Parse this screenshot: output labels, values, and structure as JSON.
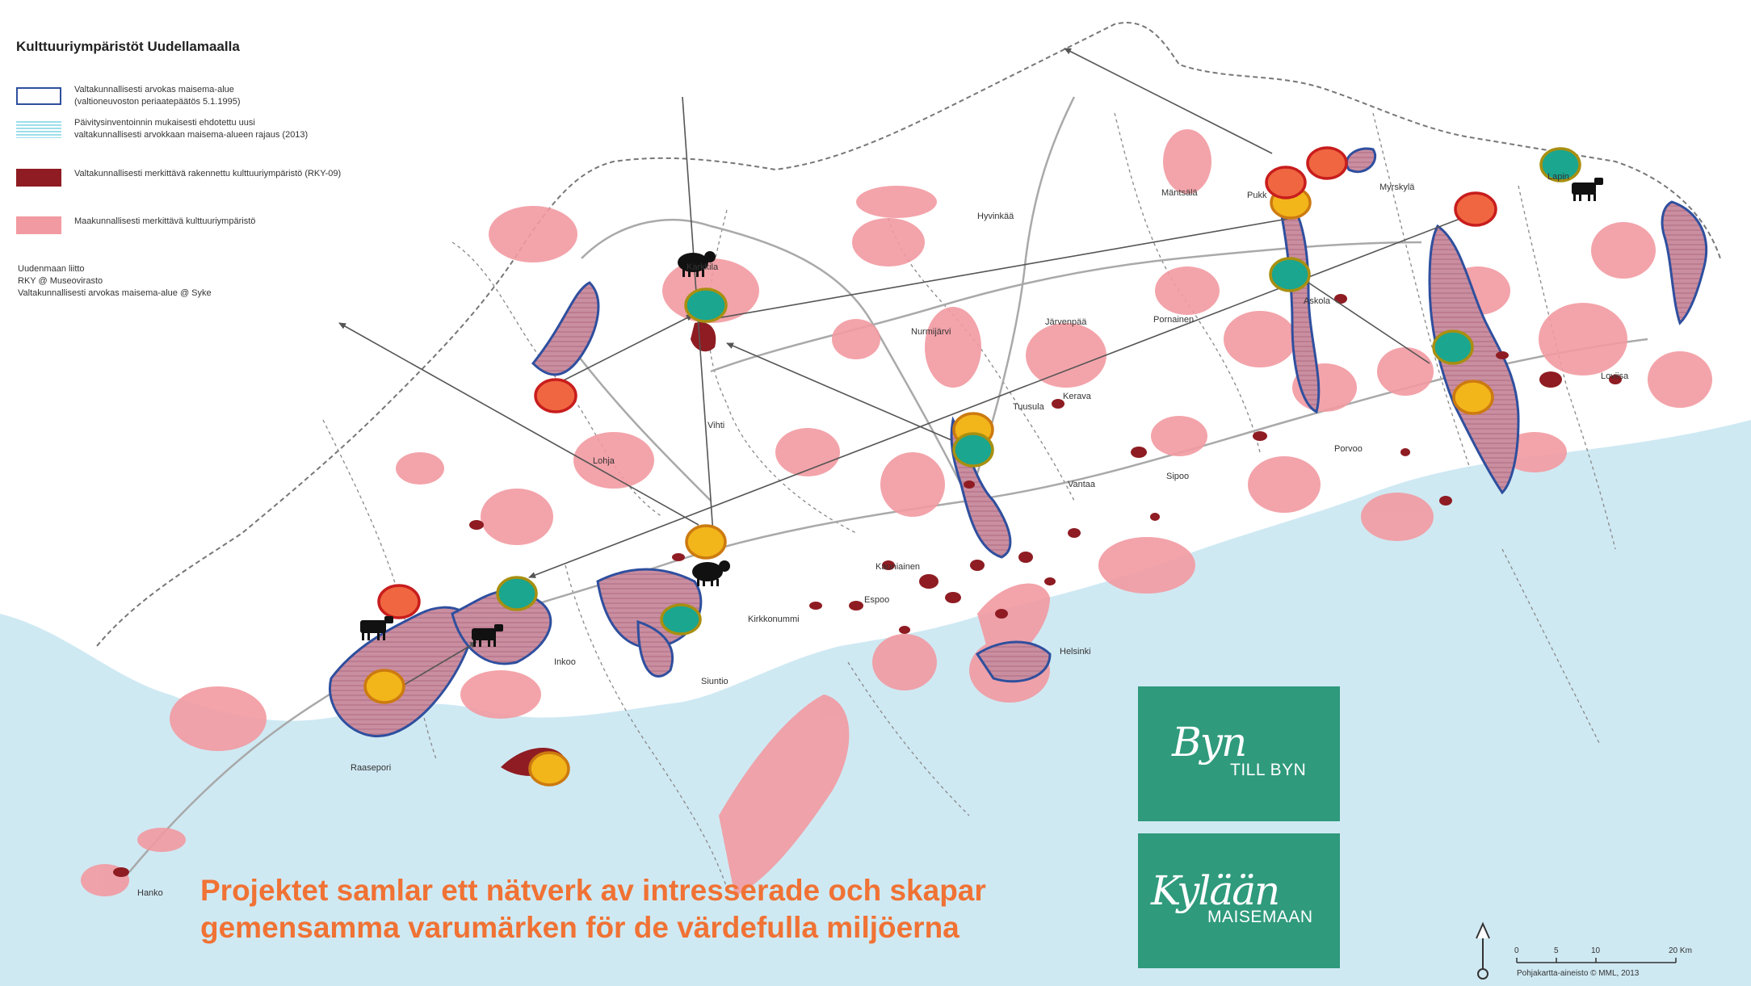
{
  "legend": {
    "title": "Kulttuuriympäristöt Uudellamaalla",
    "items": [
      {
        "lines": [
          "Valtakunnallisesti arvokas maisema-alue",
          "(valtioneuvoston periaatepäätös 5.1.1995)"
        ]
      },
      {
        "lines": [
          "Päivitysinventoinnin mukaisesti ehdotettu uusi",
          "valtakunnallisesti arvokkaan maisema-alueen rajaus (2013)"
        ]
      },
      {
        "lines": [
          "Valtakunnallisesti merkittävä rakennettu kulttuuriympäristö (RKY-09)"
        ]
      },
      {
        "lines": [
          "Maakunnallisesti merkittävä kulttuuriympäristö"
        ]
      }
    ],
    "credits": [
      "Uudenmaan liitto",
      "RKY @ Museovirasto",
      "Valtakunnallisesti arvokas maisema-alue @ Syke"
    ]
  },
  "places": {
    "karkkila": "Karkkila",
    "hyvinkaa": "Hyvinkää",
    "mantsala": "Mäntsälä",
    "pukkila": "Pukk",
    "myrskyla": "Myrskylä",
    "lapinjarvi": "Lapin",
    "nurmijarvi": "Nurmijärvi",
    "jarvenpaa": "Järvenpää",
    "pornainen": "Pornainen",
    "askola": "Askola",
    "loviisa": "Loviisa",
    "tuusula": "Tuusula",
    "kerava": "Kerava",
    "vihti": "Vihti",
    "lohja": "Lohja",
    "porvoo": "Porvoo",
    "sipoo": "Sipoo",
    "vantaa": "Vantaa",
    "kauniainen": "Kauniainen",
    "espoo": "Espoo",
    "kirkkonummi": "Kirkkonummi",
    "helsinki": "Helsinki",
    "inkoo": "Inkoo",
    "siuntio": "Siuntio",
    "raasepori": "Raasepori",
    "hanko": "Hanko"
  },
  "brands": {
    "swedish": {
      "script": "Byn",
      "caps": "TILL BYN"
    },
    "finnish": {
      "script": "Kylään",
      "caps": "MAISEMAAN"
    }
  },
  "caption": {
    "line1": "Projektet samlar ett nätverk av intresserade och skapar",
    "line2": "gemensamma varumärken för de värdefulla miljöerna"
  },
  "scale": {
    "ticks": [
      "0",
      "5",
      "10",
      "20 Km"
    ],
    "source": "Pohjakartta-aineisto © MML, 2013"
  },
  "markers": {
    "colors": {
      "red": "#ef6640",
      "yellow": "#f2b51a",
      "teal": "#1aa68f"
    },
    "icons": [
      "sheep-icon",
      "cow-icon"
    ]
  },
  "colors": {
    "sea": "#cfe9f3",
    "regional_area": "#f29aa1",
    "built_environment": "#8e1c22",
    "landscape_area": "#c98ea0",
    "landscape_border": "#2f4f9e",
    "brand_green": "#2f9a7c",
    "caption": "#f07234"
  }
}
